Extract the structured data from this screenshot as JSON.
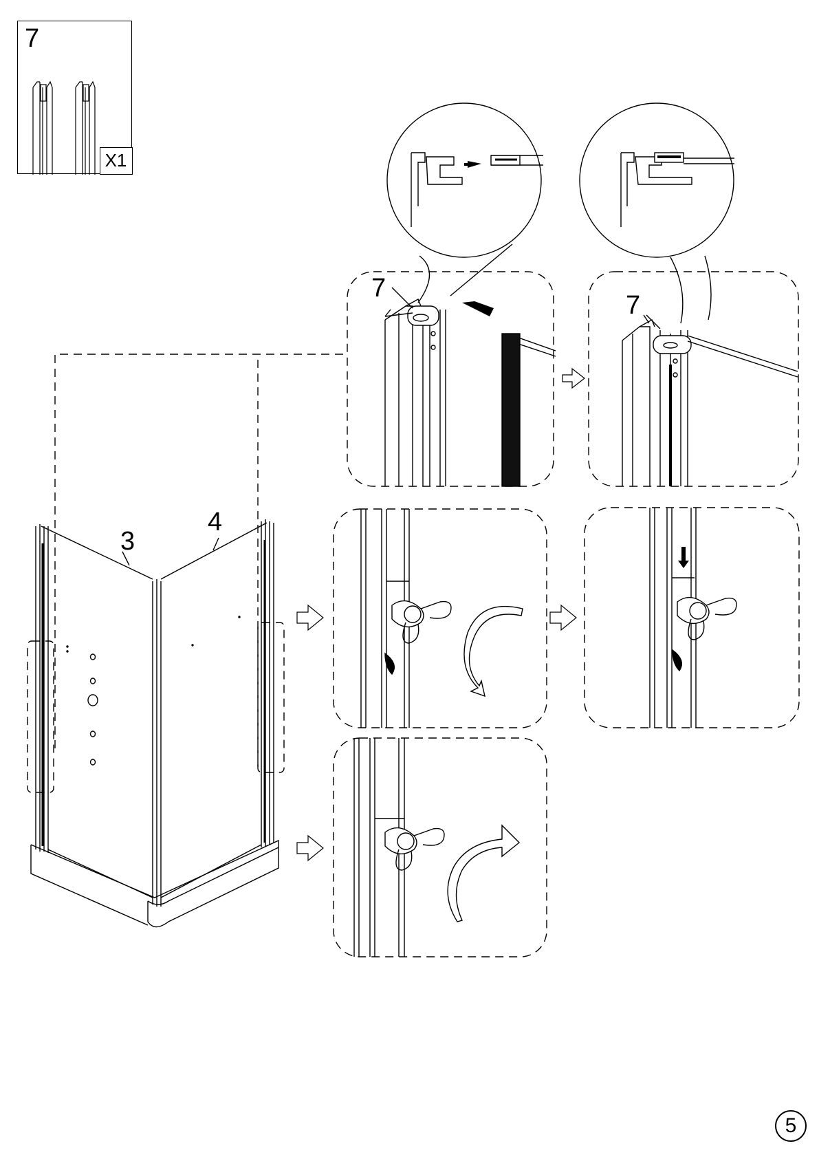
{
  "part": {
    "number": "7",
    "quantity": "X1"
  },
  "callouts": {
    "detail_top_left_part": "7",
    "detail_top_right_part": "7",
    "panel_left_number": "3",
    "panel_right_number": "4"
  },
  "page": {
    "number": "5"
  },
  "colors": {
    "line": "#000000",
    "seal": "#111111",
    "background": "#ffffff"
  },
  "icons": [
    "outline-arrow-right-icon",
    "solid-arrow-icon",
    "rotate-clockwise-icon",
    "rotate-counterclockwise-icon",
    "down-arrow-icon"
  ]
}
